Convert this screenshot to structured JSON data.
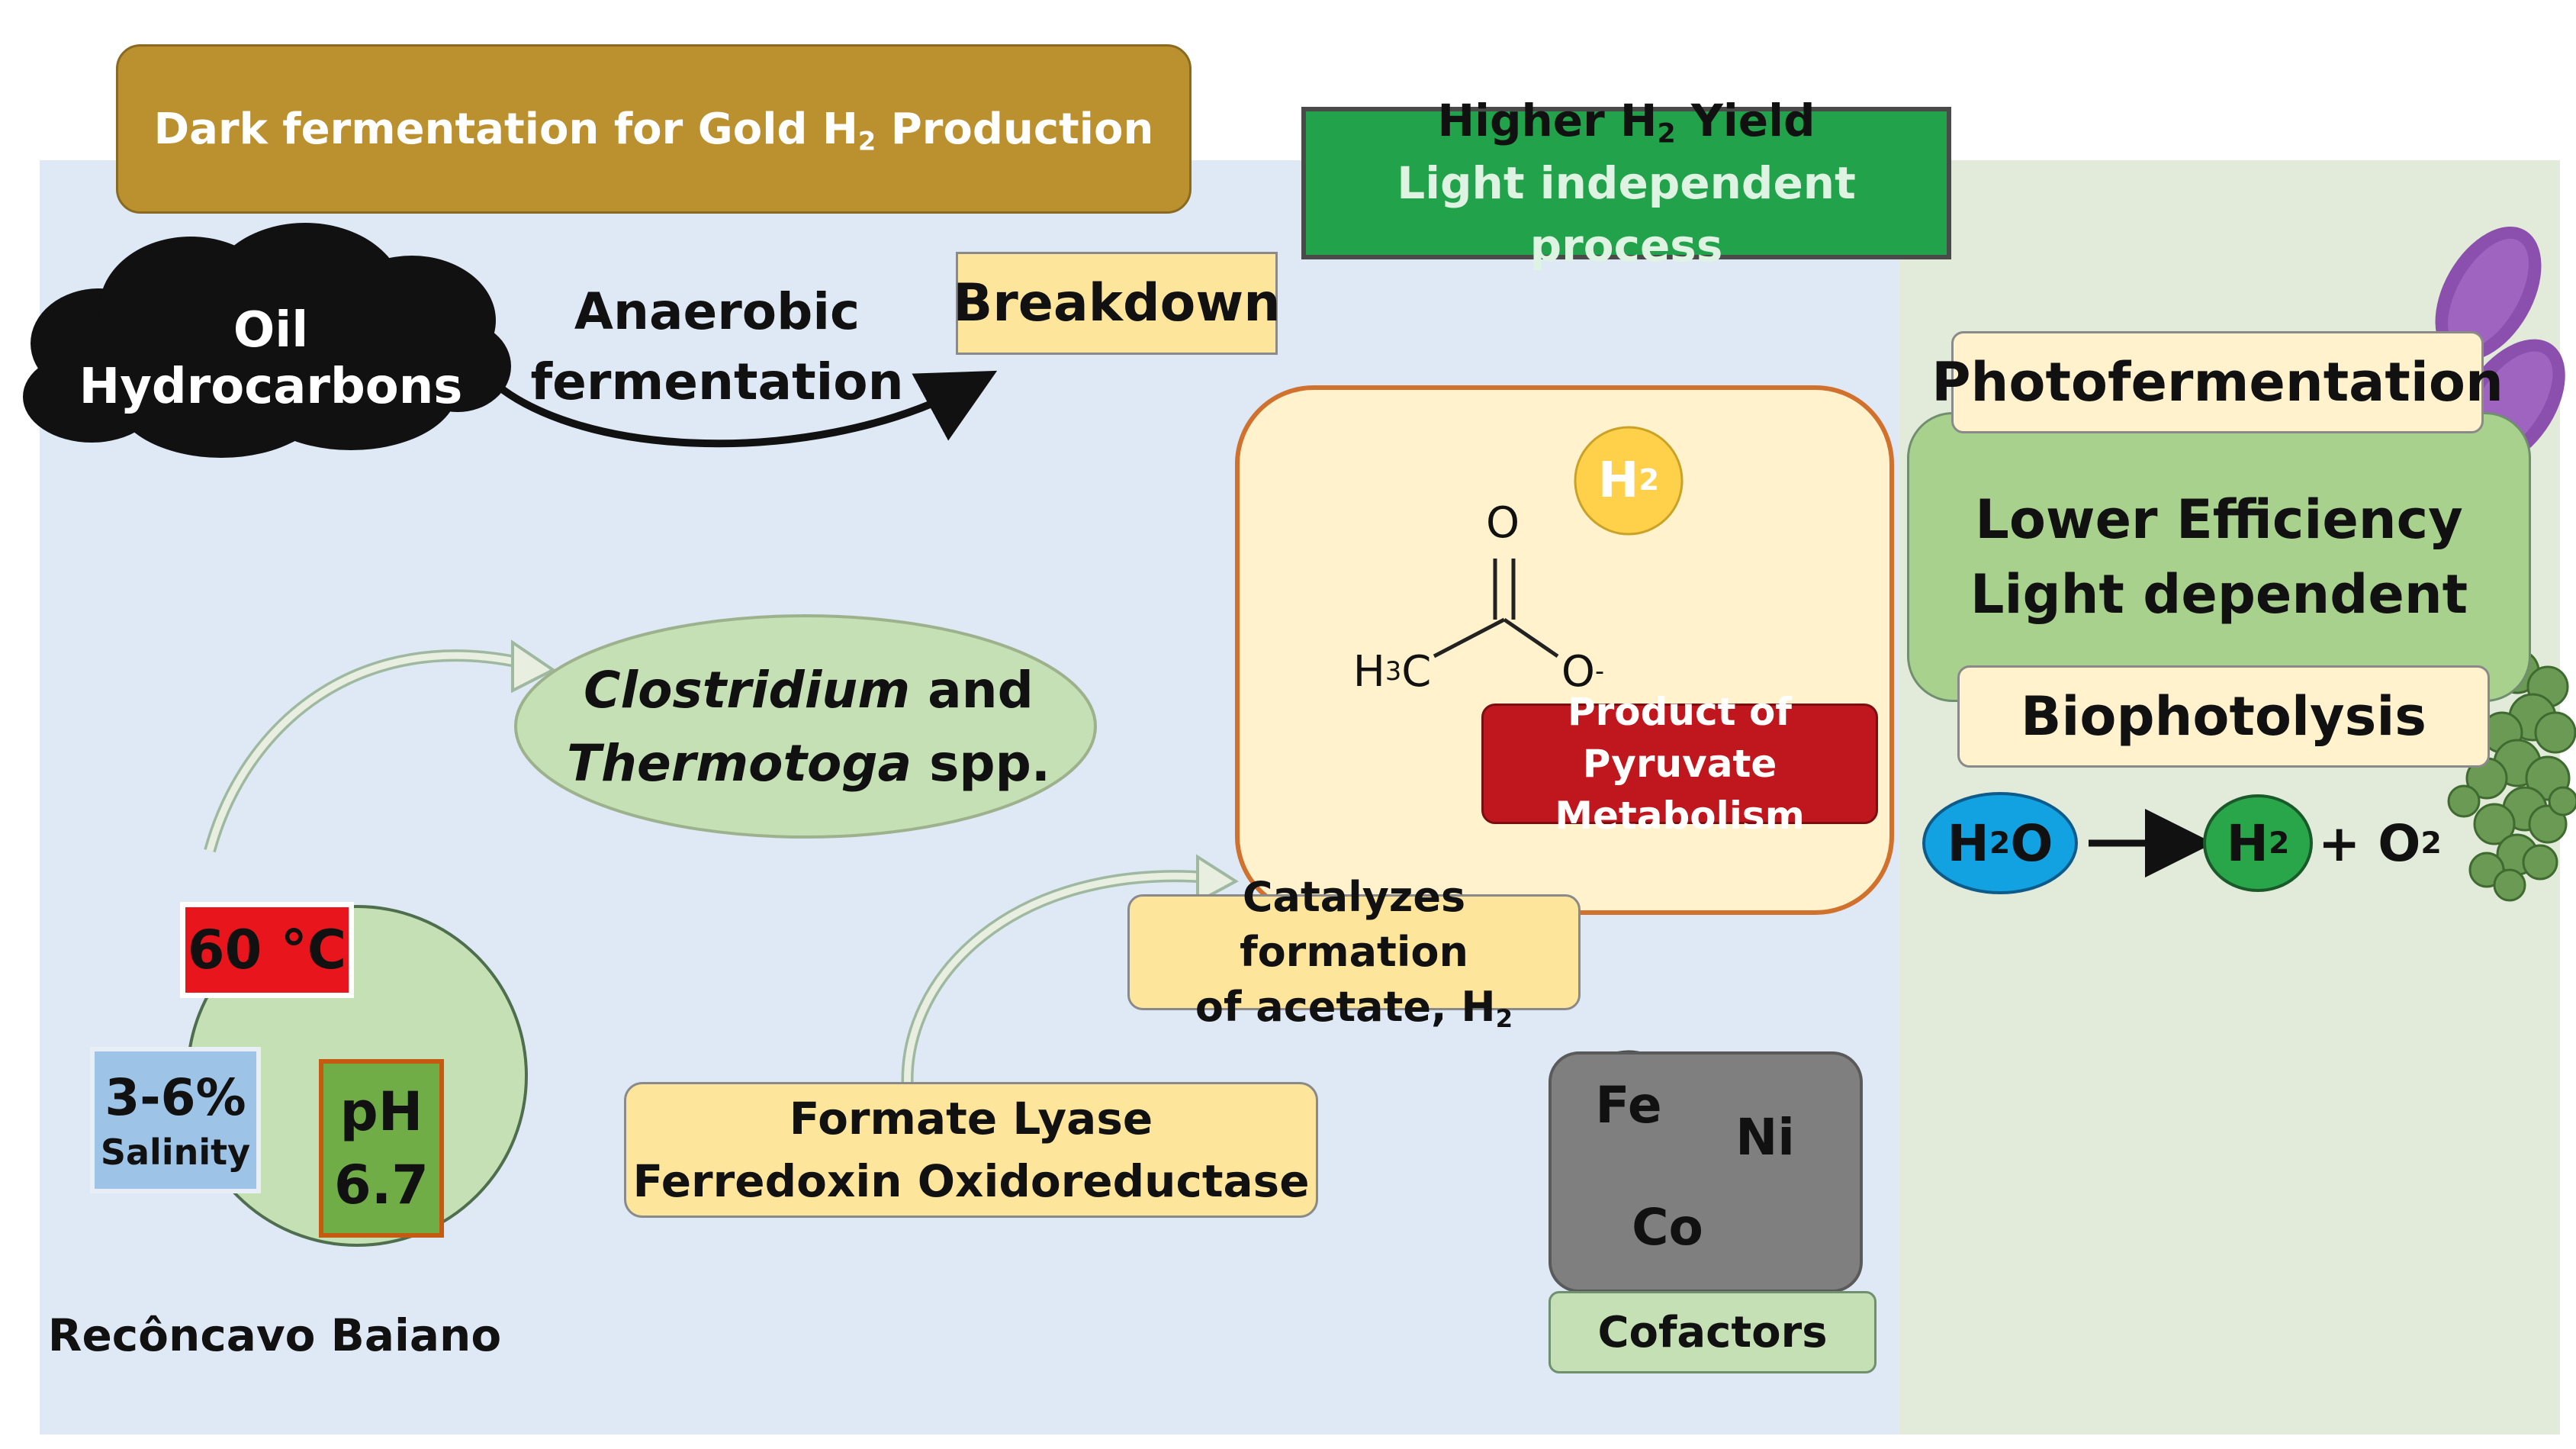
{
  "header": {
    "title_pre": "Dark fermentation for Gold H",
    "title_sub": "2",
    "title_post": " Production"
  },
  "benefits": {
    "line1_pre": "Higher H",
    "line1_sub": "2",
    "line1_post": " Yield",
    "line2": "Light independent process"
  },
  "cloud": {
    "label": "Oil Hydrocarbons"
  },
  "fermentation": {
    "line1": "Anaerobic",
    "line2": "fermentation"
  },
  "breakdown": {
    "label": "Breakdown"
  },
  "organisms": {
    "genus1": "Clostridium",
    "conj": " and",
    "genus2": "Thermotoga",
    "suffix": " spp."
  },
  "conditions": {
    "temperature": "60 °C",
    "salinity_value": "3-6%",
    "salinity_label": "Salinity",
    "ph_label": "pH",
    "ph_value": "6.7",
    "location": "Recôncavo Baiano"
  },
  "enzymes": {
    "line1": "Formate Lyase",
    "line2": "Ferredoxin Oxidoreductase"
  },
  "catalyzes": {
    "line1": "Catalyzes formation",
    "line2_pre": "of acetate, H",
    "line2_sub": "2"
  },
  "acetate": {
    "h2_main": "H",
    "h2_sub": "2",
    "atom_o_top": "O",
    "atom_h3c_h": "H",
    "atom_h3c_sub": "3",
    "atom_h3c_c": "C",
    "atom_o_minus": "O",
    "charge": "-",
    "product_line1": "Product of Pyruvate",
    "product_line2": "Metabolism"
  },
  "cofactors": {
    "metals": [
      "Fe",
      "Ni",
      "Co"
    ],
    "label": "Cofactors",
    "colors": {
      "Fe": "#e8161c",
      "Ni": "#ee7f2a",
      "Co": "#7030a0"
    }
  },
  "photo": {
    "title": "Photofermentation",
    "line1": "Lower Efficiency",
    "line2": "Light dependent"
  },
  "biophotolysis": {
    "label": "Biophotolysis"
  },
  "reaction": {
    "reactant_main": "H",
    "reactant_sub": "2",
    "reactant_post": "O",
    "product_main": "H",
    "product_sub": "2",
    "plus_pre": "+ O",
    "plus_sub": "2"
  },
  "colors": {
    "left_panel": "#dfe9f6",
    "right_panel": "#e2ebd9",
    "header": "#bb902e",
    "benefits": "#22a24a",
    "light_yellow": "#fde69c",
    "product_red": "#c0171e",
    "temp_red": "#e8161c",
    "salinity_blue": "#9dc3e6",
    "ph_green": "#70ad47",
    "condition_circle": "#c5e0b4",
    "water_blue": "#12a2e1",
    "h2_green": "#2aa64a"
  }
}
